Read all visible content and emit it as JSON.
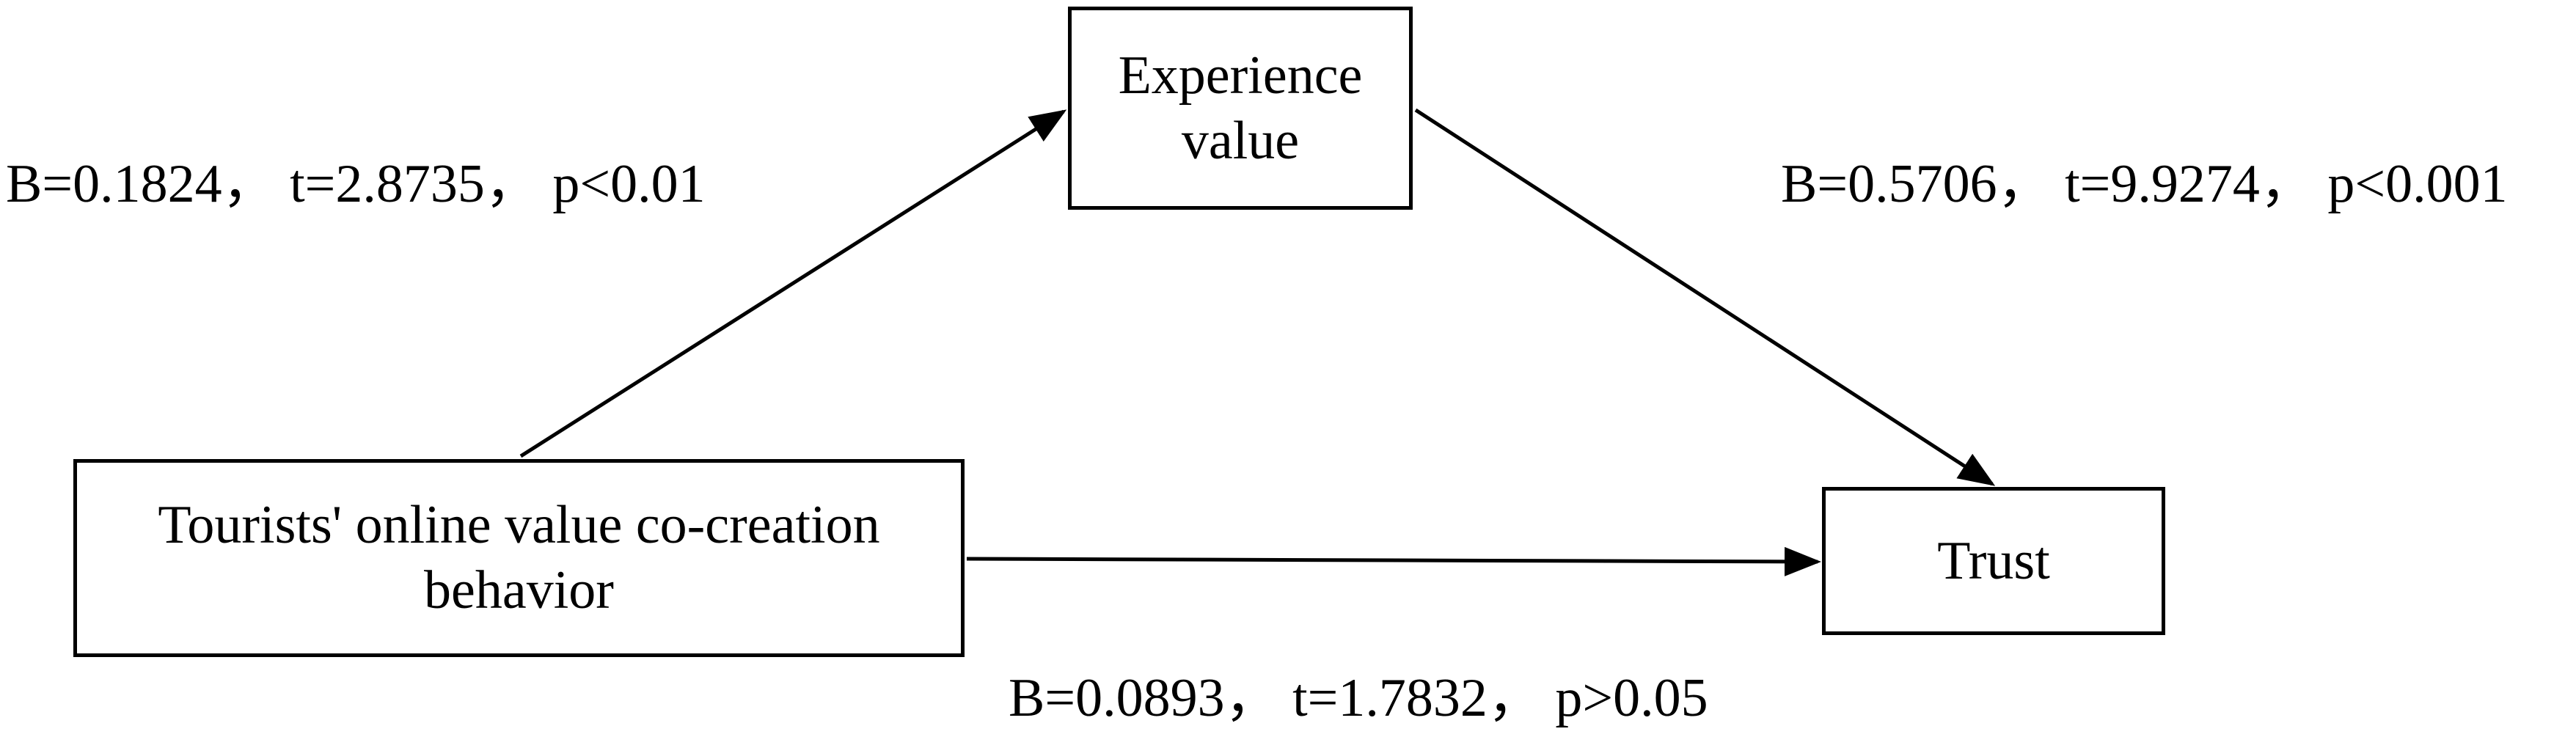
{
  "nodes": {
    "mediator": {
      "lines": [
        "Experience",
        "value"
      ]
    },
    "source": {
      "lines": [
        "Tourists' online value co-creation",
        "behavior"
      ]
    },
    "target": {
      "lines": [
        "Trust"
      ]
    }
  },
  "edges": {
    "source_to_mediator": {
      "label": "B=0.1824， t=2.8735， p<0.01"
    },
    "mediator_to_target": {
      "label": "B=0.5706， t=9.9274， p<0.001"
    },
    "source_to_target": {
      "label": "B=0.0893， t=1.7832， p>0.05"
    }
  },
  "colors": {
    "stroke": "#000000",
    "background": "#ffffff"
  }
}
